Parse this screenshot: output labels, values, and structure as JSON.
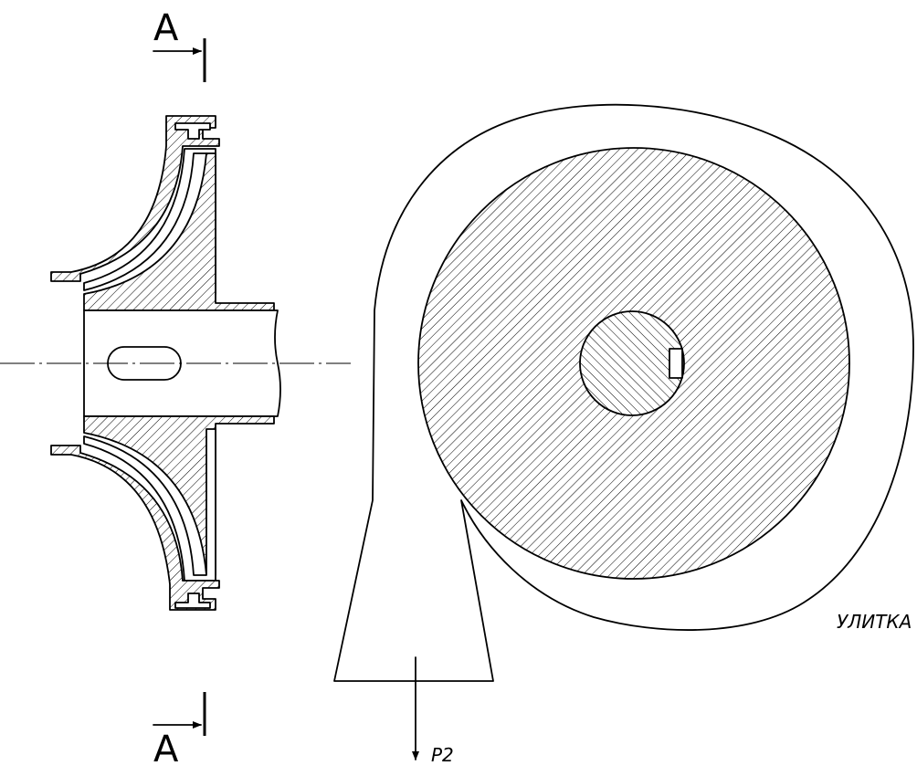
{
  "section_marks": {
    "top": "A",
    "bottom": "A"
  },
  "labels": {
    "volute": "УЛИТКА",
    "pressure": "P2"
  }
}
